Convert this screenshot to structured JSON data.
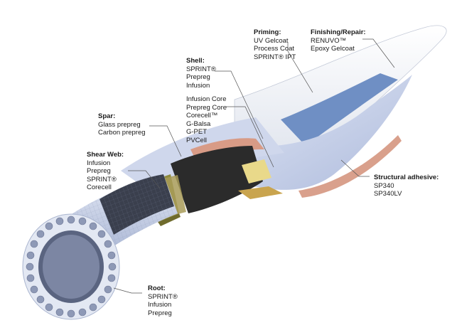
{
  "labels": {
    "priming": {
      "title": "Priming:",
      "items": [
        "UV Gelcoat",
        "Process Coat",
        "SPRINT® IPT"
      ]
    },
    "finishing": {
      "title": "Finishing/Repair:",
      "items": [
        "RENUVO™",
        "Epoxy Gelcoat"
      ]
    },
    "shell": {
      "title": "Shell:",
      "items": [
        "SPRINT®",
        "Prepreg",
        "Infusion"
      ]
    },
    "core": {
      "title": "",
      "items": [
        "Infusion Core",
        "Prepreg Core",
        "Corecell™",
        "G-Balsa",
        "G-PET",
        "PVCell"
      ]
    },
    "spar": {
      "title": "Spar:",
      "items": [
        "Glass prepreg",
        "Carbon prepreg"
      ]
    },
    "shearweb": {
      "title": "Shear Web:",
      "items": [
        "Infusion",
        "Prepreg",
        "SPRINT®",
        "Corecell"
      ]
    },
    "adhesive": {
      "title": "Structural adhesive:",
      "items": [
        "SP340",
        "SP340LV"
      ]
    },
    "root": {
      "title": "Root:",
      "items": [
        "SPRINT®",
        "Infusion",
        "Prepreg"
      ]
    }
  },
  "colors": {
    "gelcoat": "#f2f4f7",
    "blue_band": "#6f8fc4",
    "shell_lavender": "#c9d3ea",
    "pink_layer": "#d9a08c",
    "core_black": "#2b2b2b",
    "spar_olive": "#8e8a3c",
    "adhesive_yellow": "#e9d98a",
    "root_tube": "#c7cfe6",
    "mesh_line": "#8f9bb8"
  }
}
